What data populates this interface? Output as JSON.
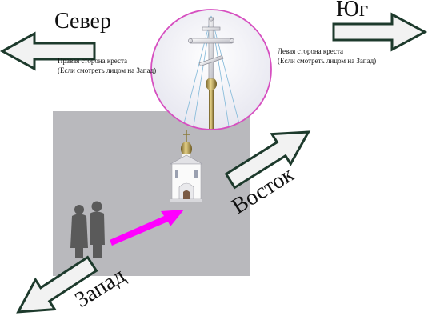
{
  "directions": {
    "north": "Север",
    "south": "Юг",
    "east": "Восток",
    "west": "Запад"
  },
  "captions": {
    "right_side": {
      "line1": "Правая сторона креста",
      "line2": "(Если смотреть лицом на Запад)"
    },
    "left_side": {
      "line1": "Левая сторона креста",
      "line2": "(Если смотреть лицом на Запад)"
    }
  },
  "colors": {
    "arrow_fill": "#f2f2f2",
    "arrow_stroke": "#1d3a2c",
    "ground": "#b9b9bd",
    "pointer": "#ff00ff",
    "inset_border": "#d64fc0",
    "people": "#5a5a5a"
  },
  "icons": {
    "cross": "orthodox-cross-icon",
    "church": "chapel-icon",
    "people": "standing-people-icon"
  }
}
